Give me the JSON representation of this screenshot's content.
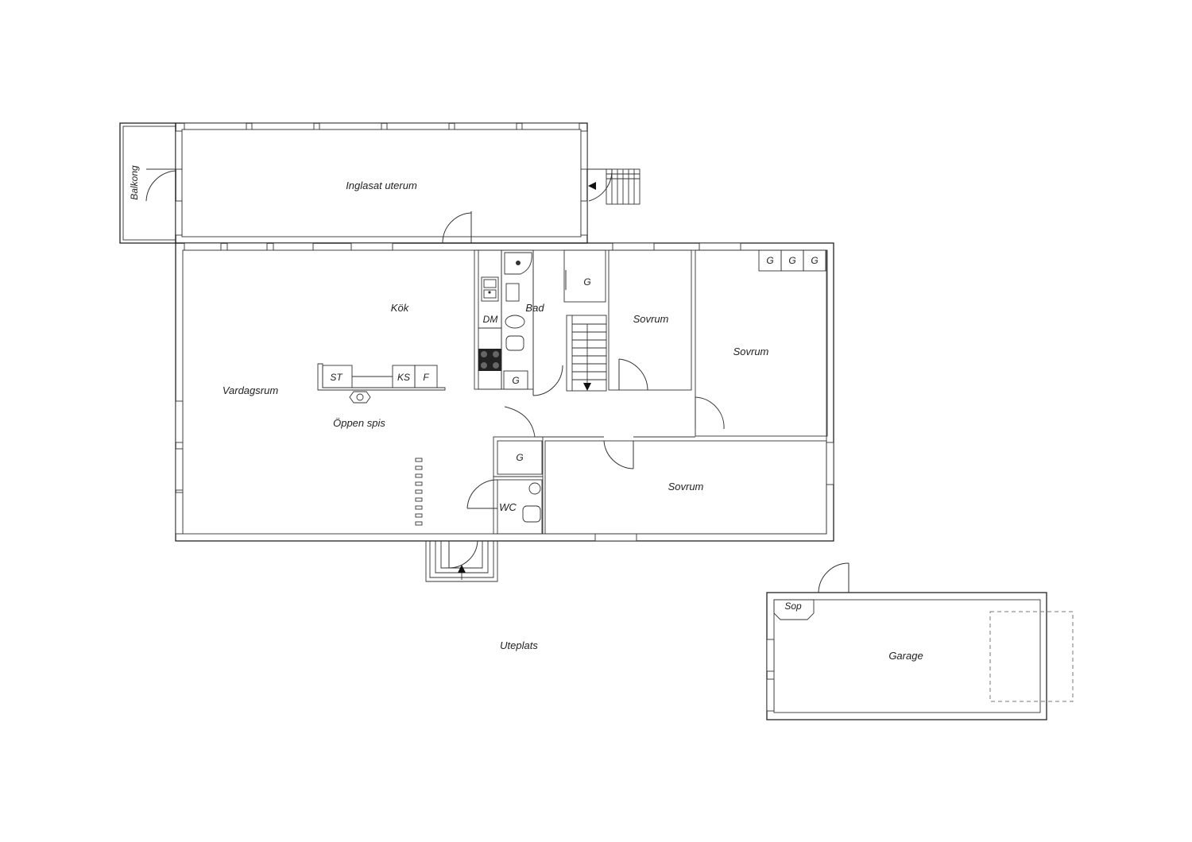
{
  "rooms": {
    "inglasat_uterum": "Inglasat uterum",
    "balkong": "Balkong",
    "kok": "Kök",
    "vardagsrum": "Vardagsrum",
    "oppen_spis": "Öppen spis",
    "bad": "Bad",
    "wc": "WC",
    "sovrum_1": "Sovrum",
    "sovrum_2": "Sovrum",
    "sovrum_3": "Sovrum",
    "uteplats": "Uteplats",
    "garage": "Garage",
    "sop": "Sop"
  },
  "fixtures": {
    "st": "ST",
    "ks": "KS",
    "f": "F",
    "dm": "DM",
    "g": "G"
  }
}
